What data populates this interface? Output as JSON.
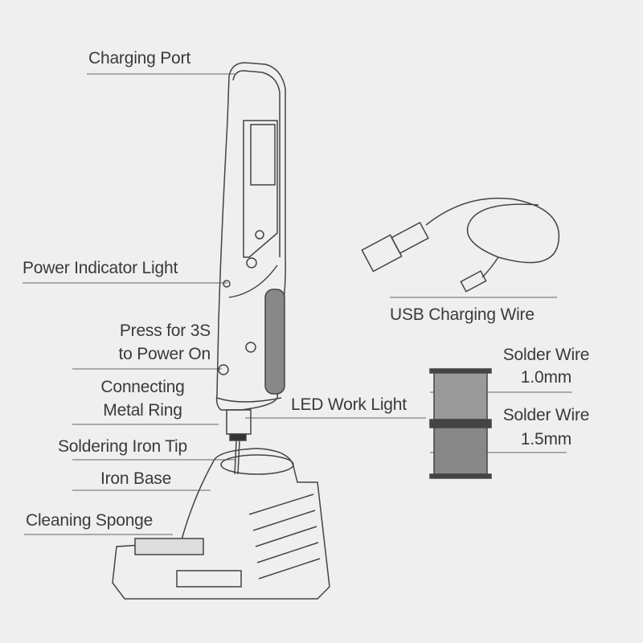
{
  "labels": {
    "charging_port": "Charging Port",
    "power_indicator": "Power Indicator Light",
    "press_line1": "Press for 3S",
    "press_line2": "to Power On",
    "ring_line1": "Connecting",
    "ring_line2": "Metal Ring",
    "tip": "Soldering Iron Tip",
    "base": "Iron Base",
    "sponge": "Cleaning Sponge",
    "led": "LED Work Light",
    "usb": "USB Charging Wire",
    "solder1_line1": "Solder Wire",
    "solder1_line2": "1.0mm",
    "solder2_line1": "Solder Wire",
    "solder2_line2": "1.5mm"
  },
  "colors": {
    "background": "#efefef",
    "line": "#444444",
    "text": "#3a3a3a"
  }
}
